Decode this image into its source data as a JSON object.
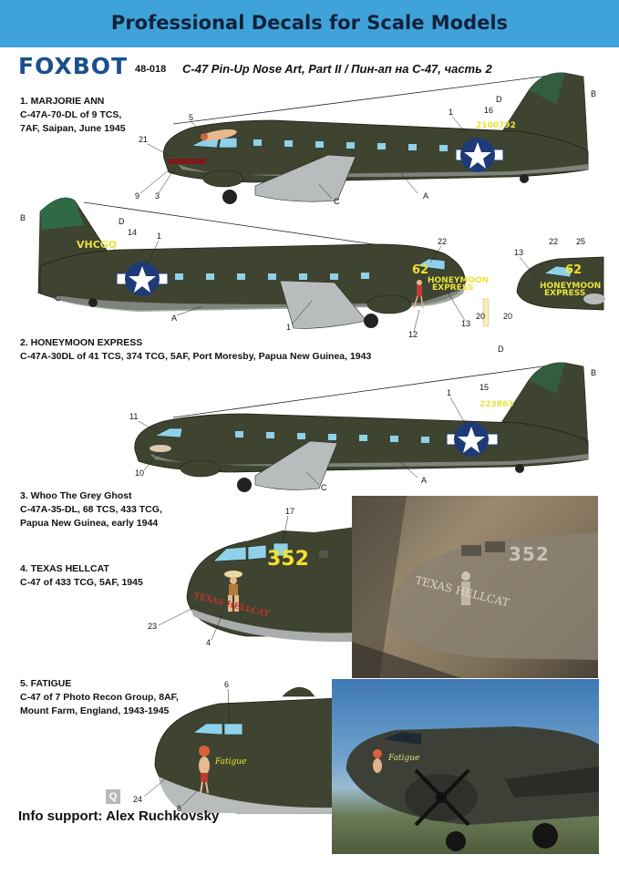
{
  "banner": {
    "title": "Professional Decals for Scale Models"
  },
  "brand": {
    "logo": "FOXBOT",
    "code": "48-018",
    "title": "C-47 Pin-Up Nose Art,  Part II / Пин-ап на С-47,  часть 2"
  },
  "colors": {
    "banner": "#3fa3da",
    "olive_drab": "#3f4430",
    "neutral_gray": "#b9bcbd",
    "marking_yellow": "#f2e12a",
    "tail_green": "#2f6a44"
  },
  "entries": [
    {
      "lines": [
        "1. MARJORIE ANN",
        "C-47A-70-DL of 9 TCS,",
        "7AF, Saipan, June 1945"
      ]
    },
    {
      "lines": [
        "2. HONEYMOON EXPRESS",
        "C-47A-30DL of 41 TCS, 374 TCG, 5AF, Port Moresby, Papua New Guinea, 1943"
      ]
    },
    {
      "lines": [
        "3. Whoo The Grey Ghost",
        "C-47A-35-DL, 68 TCS, 433 TCG,",
        "Papua New Guinea, early 1944"
      ]
    },
    {
      "lines": [
        "4. TEXAS HELLCAT",
        "C-47 of 433 TCG, 5AF, 1945"
      ]
    },
    {
      "lines": [
        "5. FATIGUE",
        "C-47 of 7 Photo Recon Group, 8AF,",
        "Mount Farm, England, 1943-1945"
      ]
    }
  ],
  "markings": {
    "serial_1": "2100792",
    "registration_2": "VHCGQ",
    "number_62": "62",
    "honeymoon_line1": "HONEYMOON",
    "honeymoon_line2": "EXPRESS",
    "serial_3": "223863",
    "number_352": "352",
    "texas_hellcat": "TEXAS HELLCAT",
    "fatigue_script": "Fatigue"
  },
  "callouts": {
    "a": "A",
    "b": "B",
    "c": "C",
    "d": "D",
    "n1": "1",
    "n3": "3",
    "n4": "4",
    "n5": "5",
    "n6": "6",
    "n8": "8",
    "n9": "9",
    "n10": "10",
    "n11": "11",
    "n12": "12",
    "n13": "13",
    "n14": "14",
    "n15": "15",
    "n16": "16",
    "n17": "17",
    "n20": "20",
    "n21": "21",
    "n22": "22",
    "n23": "23",
    "n24": "24",
    "n25": "25"
  },
  "photos": {
    "photo1_number": "352",
    "photo1_text": "TEXAS HELLCAT",
    "photo2_text": "Fatigue"
  },
  "badge": "Q",
  "credit": "Info support: Alex Ruchkovsky"
}
